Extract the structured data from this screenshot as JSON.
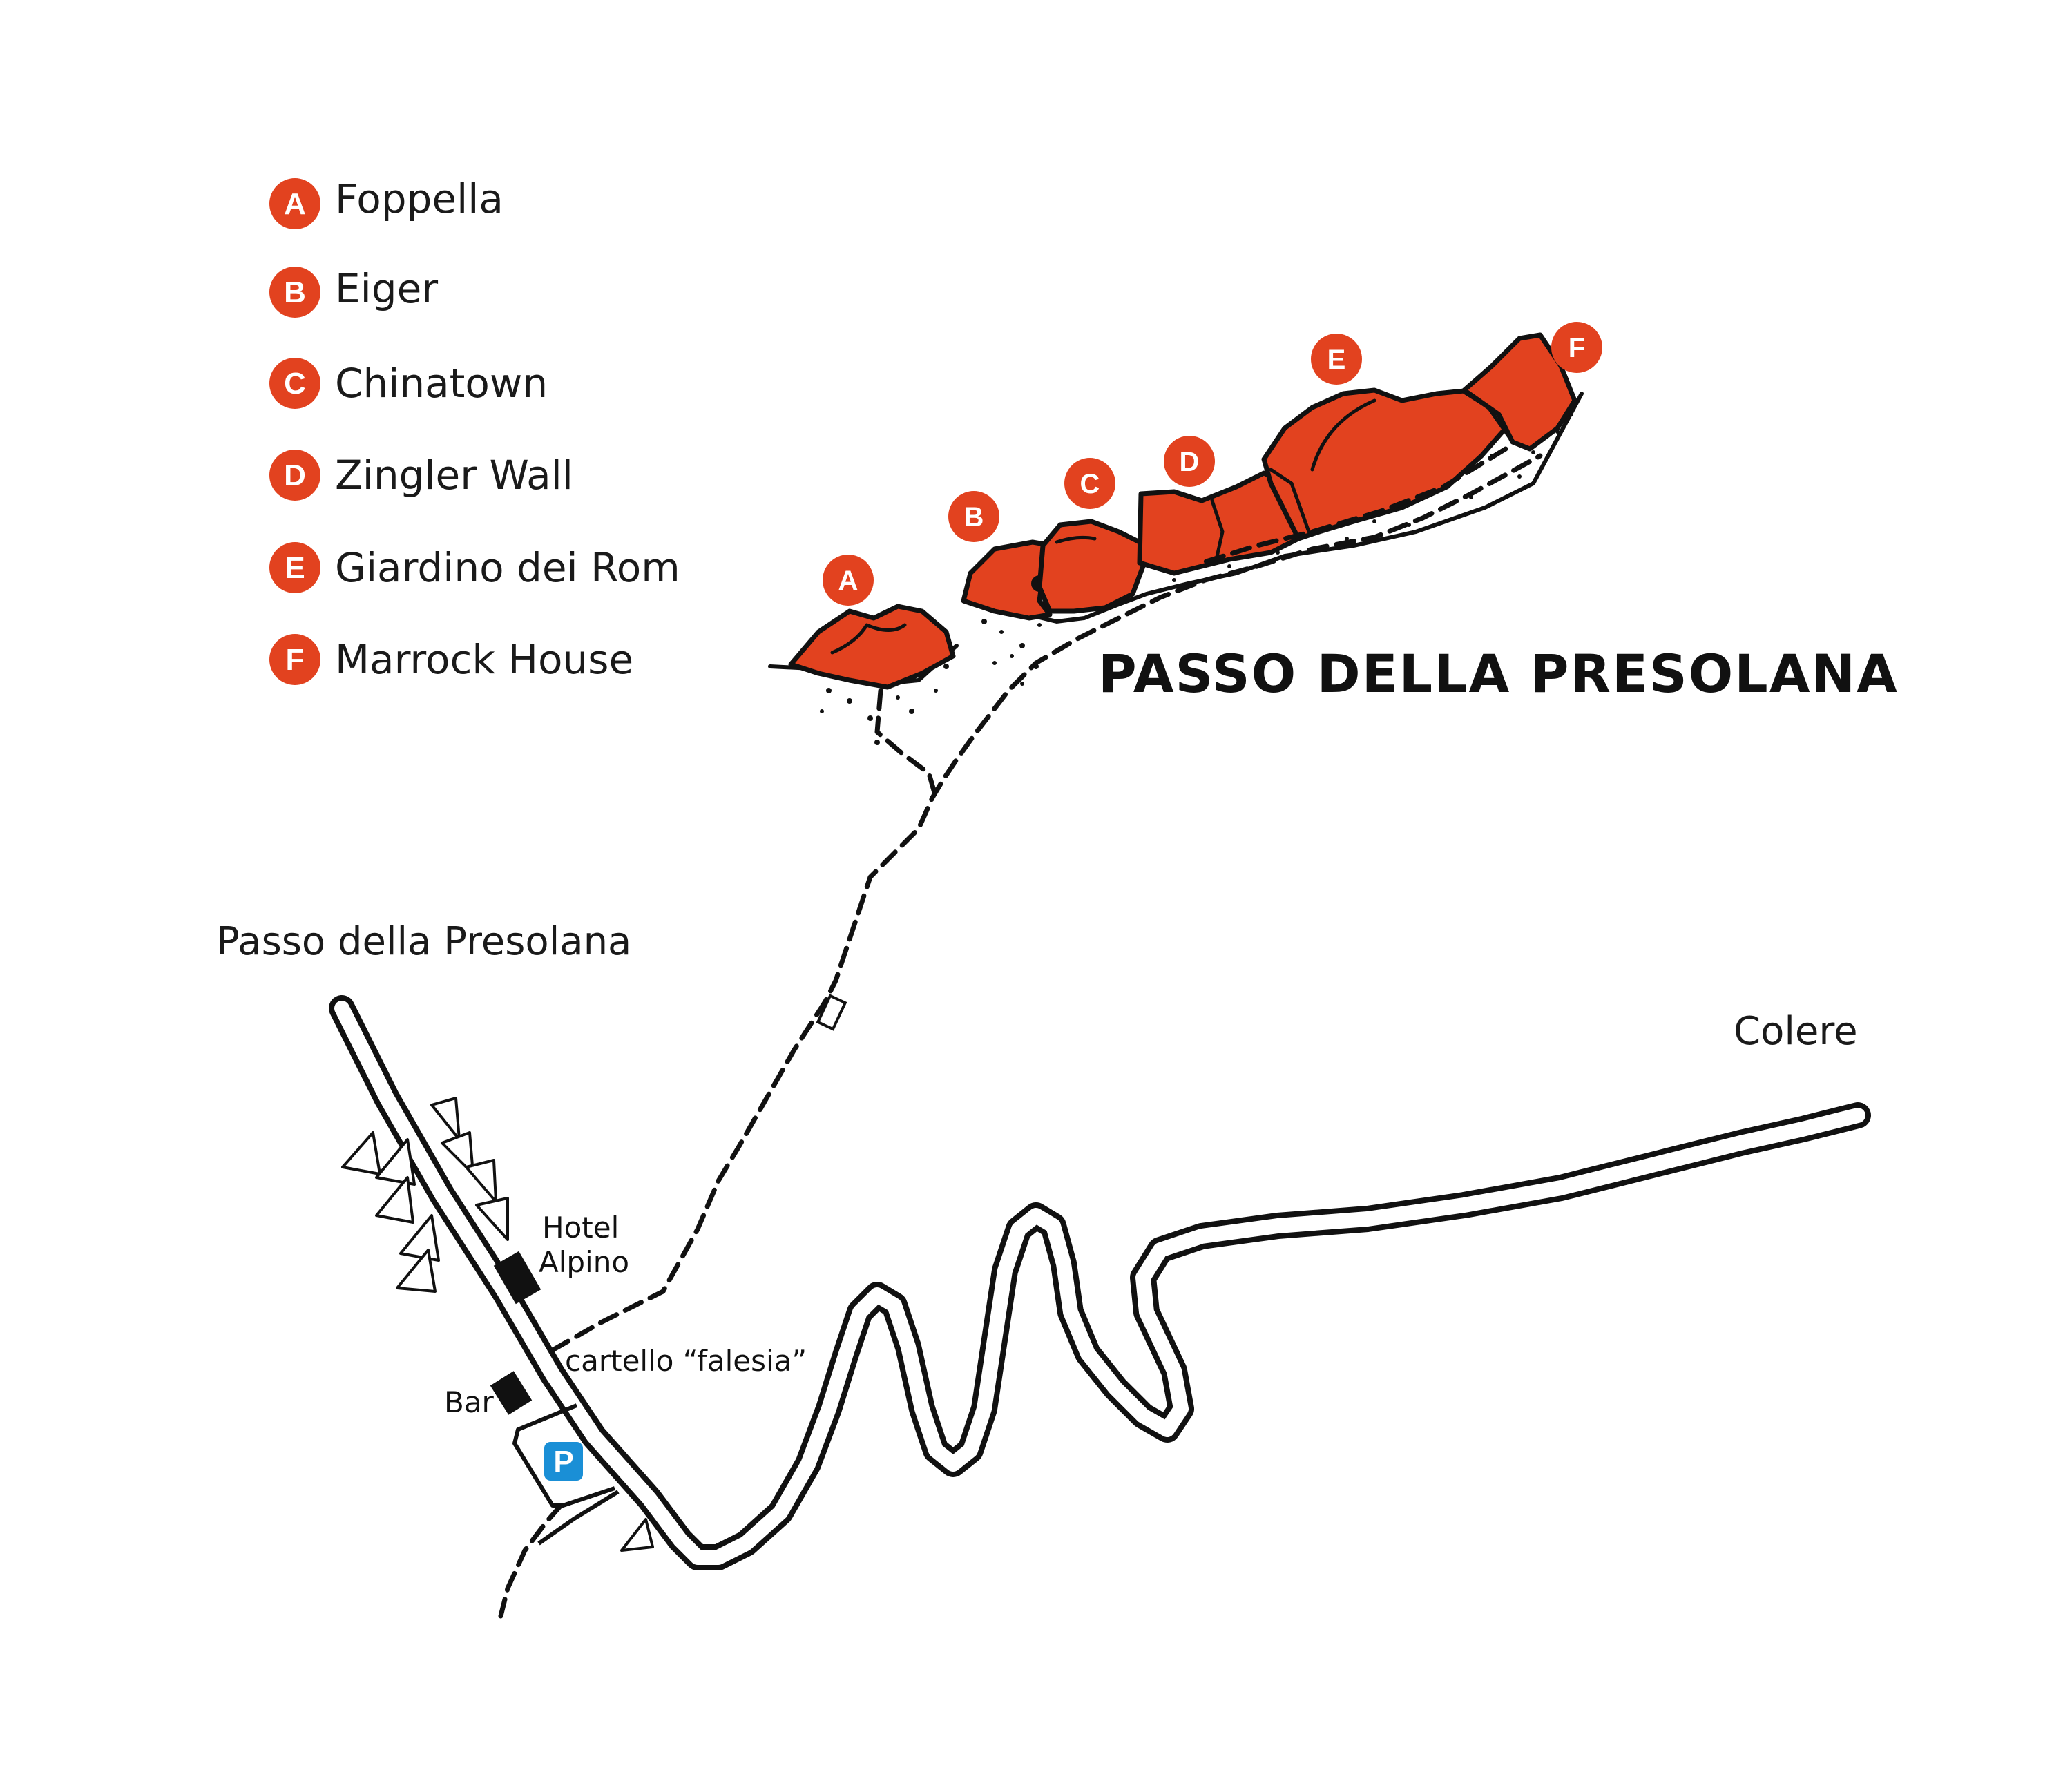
{
  "colors": {
    "crag_fill": "#e2421f",
    "badge_fill": "#e2421f",
    "parking_fill": "#1a8fd6",
    "ink": "#111111"
  },
  "legend": [
    {
      "letter": "A",
      "name": "Foppella"
    },
    {
      "letter": "B",
      "name": "Eiger"
    },
    {
      "letter": "C",
      "name": "Chinatown"
    },
    {
      "letter": "D",
      "name": "Zingler Wall"
    },
    {
      "letter": "E",
      "name": "Giardino dei Rom"
    },
    {
      "letter": "F",
      "name": "Marrock House"
    }
  ],
  "map_title": "PASSO DELLA PRESOLANA",
  "places": {
    "pass_road_label": "Passo della Presolana",
    "colere_label": "Colere",
    "hotel_line1": "Hotel",
    "hotel_line2": "Alpino",
    "bar_label": "Bar",
    "sign_label": "cartello “falesia”",
    "parking_letter": "P"
  },
  "icons": {
    "parking": "parking-icon",
    "tree": "tree-icon",
    "building": "building-icon",
    "sign": "sign-icon"
  }
}
